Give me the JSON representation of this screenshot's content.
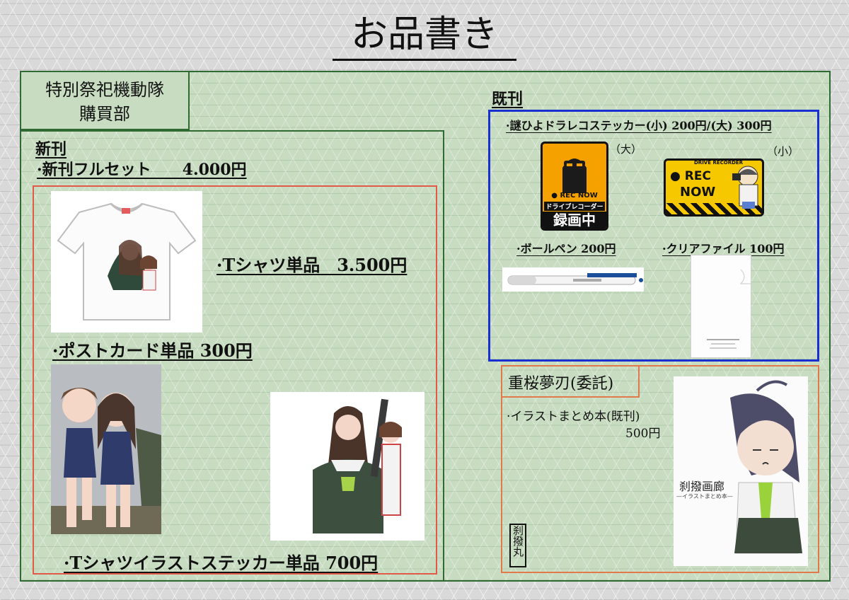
{
  "title": "お品書き",
  "circle": {
    "line1": "特別祭祀機動隊",
    "line2": "購買部"
  },
  "new_items": {
    "heading": "新刊",
    "fullset": "·新刊フルセット　　4.000円",
    "tshirt": "·Tシャツ単品　3.500円",
    "postcard": "·ポストカード単品 300円",
    "sticker": "·Tシャツイラストステッカー単品 700円"
  },
  "existing_items": {
    "heading": "既刊",
    "dashcam_sticker": "·謎ひよドラレコステッカー(小) 200円/(大) 300円",
    "large_label": "（大）",
    "small_label": "（小）",
    "ballpen": "·ボールペン 200円",
    "clearfile": "·クリアファイル 100円",
    "rec_now": "● REC NOW",
    "rec_big": "● REC",
    "now_big": "NOW",
    "drive_recorder_jp": "ドライブレコーダー",
    "recording_jp": "録画中",
    "drive_recorder_en": "DRIVE RECORDER"
  },
  "consignment": {
    "heading": "重桜夢刃(委託)",
    "book": "·イラストまとめ本(既刊)",
    "price": "500円",
    "book_title": "刹撥画廊",
    "book_sub": "—イラストまとめ本—",
    "seal": "刹撥丸"
  },
  "colors": {
    "green": "#2f6a33",
    "red": "#e05a47",
    "blue": "#1a2fd0",
    "orange": "#e07a4a"
  }
}
